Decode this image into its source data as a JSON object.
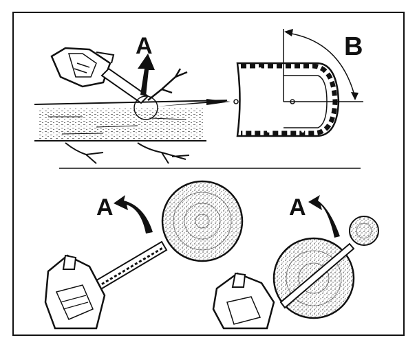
{
  "labels": {
    "label_a_top": "A",
    "label_b": "B",
    "label_a_bottom_left": "A",
    "label_a_bottom_right": "A"
  },
  "icons": {
    "chainsaw": "chainsaw-icon",
    "log": "log-cross-section-icon",
    "chain_bar_detail": "chain-bar-detail-icon",
    "arrow": "kickback-arrow-icon"
  },
  "colors": {
    "ink": "#111111",
    "paper": "#ffffff",
    "border_dark": "#1a1a1a"
  }
}
